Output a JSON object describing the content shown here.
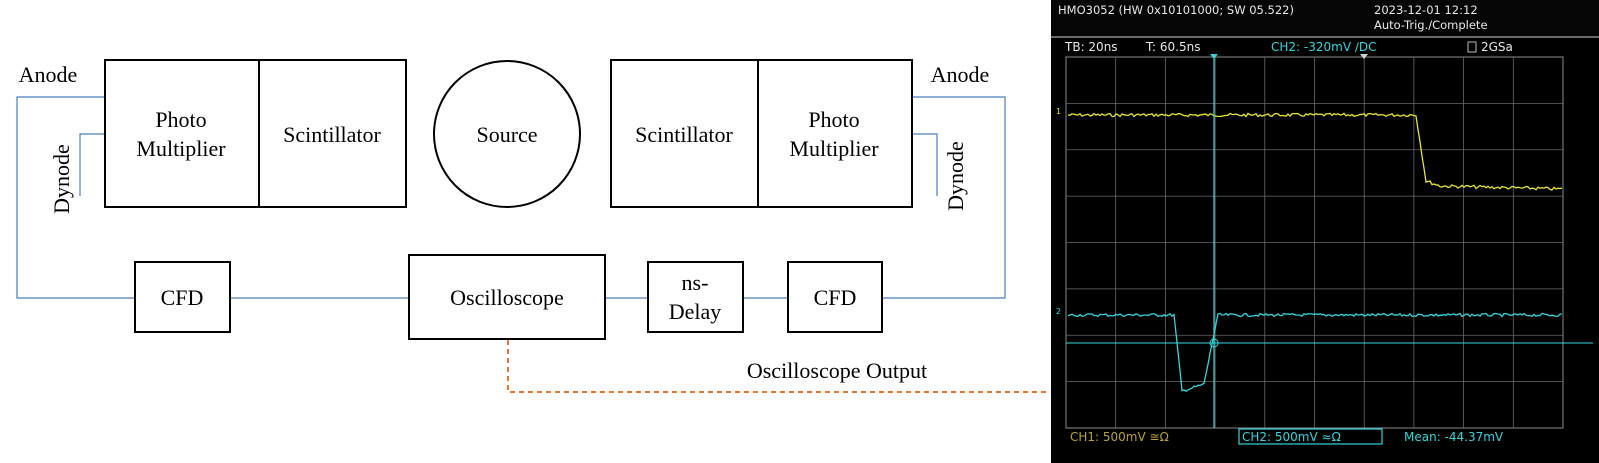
{
  "diagram": {
    "left_pmt": {
      "top": "Photo",
      "bottom": "Multiplier"
    },
    "left_scintillator": "Scintillator",
    "source": "Source",
    "right_scintillator": "Scintillator",
    "right_pmt": {
      "top": "Photo",
      "bottom": "Multiplier"
    },
    "anode_left": "Anode",
    "anode_right": "Anode",
    "dynode_left": "Dynode",
    "dynode_right": "Dynode",
    "cfd_left": "CFD",
    "cfd_right": "CFD",
    "oscilloscope": "Oscilloscope",
    "delay": {
      "top": "ns-",
      "bottom": "Delay"
    },
    "output_label": "Oscilloscope Output"
  },
  "scope": {
    "model": "HMO3052 (HW 0x10101000; SW 05.522)",
    "datetime": "2023-12-01 12:12",
    "trigger_status": "Auto-Trig./Complete",
    "timebase": "TB: 20ns",
    "trigger_time": "T: 60.5ns",
    "ch2_trigger": "CH2: -320mV ∕DC",
    "sample_rate": "2GSa",
    "ch1_setting": "CH1: 500mV ≅Ω",
    "ch2_setting": "CH2: 500mV ≈Ω",
    "measurement": "Mean: -44.37mV",
    "marker_ch1": "1",
    "marker_ch2": "2",
    "colors": {
      "ch1": "#e6e62e",
      "ch2": "#31d6dc",
      "frame": "#000000",
      "grid": "#6a6a6a"
    }
  }
}
